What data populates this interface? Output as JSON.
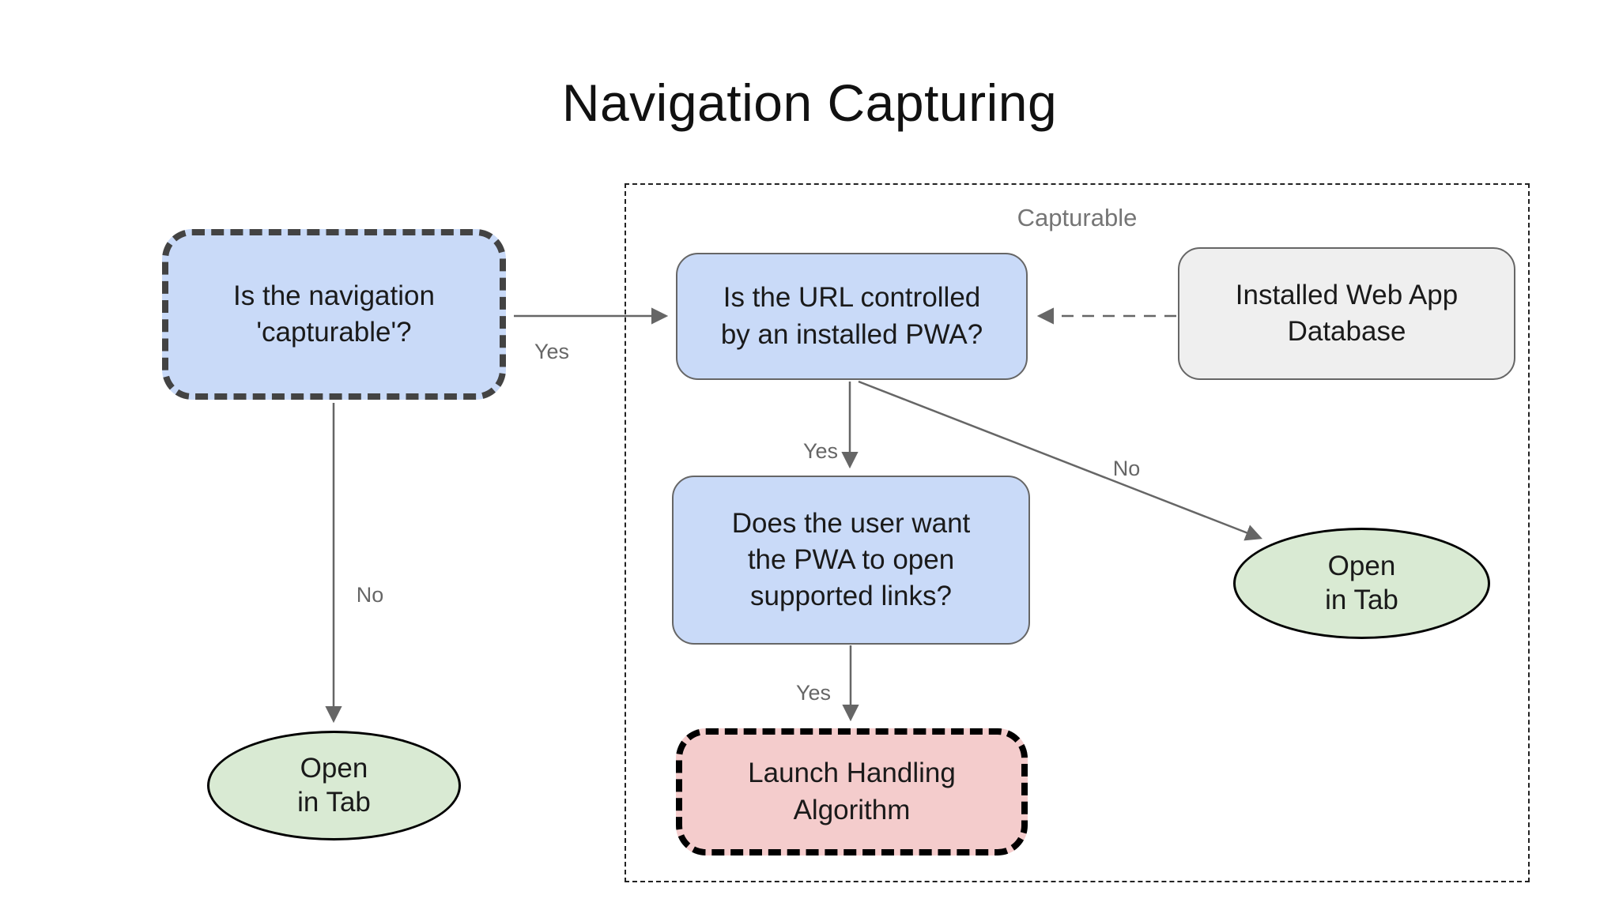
{
  "title": "Navigation Capturing",
  "group": {
    "label": "Capturable"
  },
  "nodes": {
    "nav_capturable": "Is the navigation\n'capturable'?",
    "url_controlled": "Is the URL controlled\nby an installed PWA?",
    "database": "Installed Web App\nDatabase",
    "user_want": "Does the user want\nthe PWA to open\nsupported links?",
    "launch_handling": "Launch Handling\nAlgorithm",
    "open_tab_left": "Open\nin Tab",
    "open_tab_right": "Open\nin Tab"
  },
  "edge_labels": {
    "capturable_yes": "Yes",
    "capturable_no": "No",
    "controlled_yes": "Yes",
    "controlled_no": "No",
    "user_want_yes": "Yes"
  },
  "colors": {
    "node_blue": "#c9daf8",
    "node_green": "#d9ead3",
    "node_pink": "#f4cccc",
    "node_gray": "#efefef",
    "arrow_gray": "#666666",
    "label_gray": "#666666",
    "group_label_gray": "#757575",
    "dash_dark": "#434343"
  }
}
